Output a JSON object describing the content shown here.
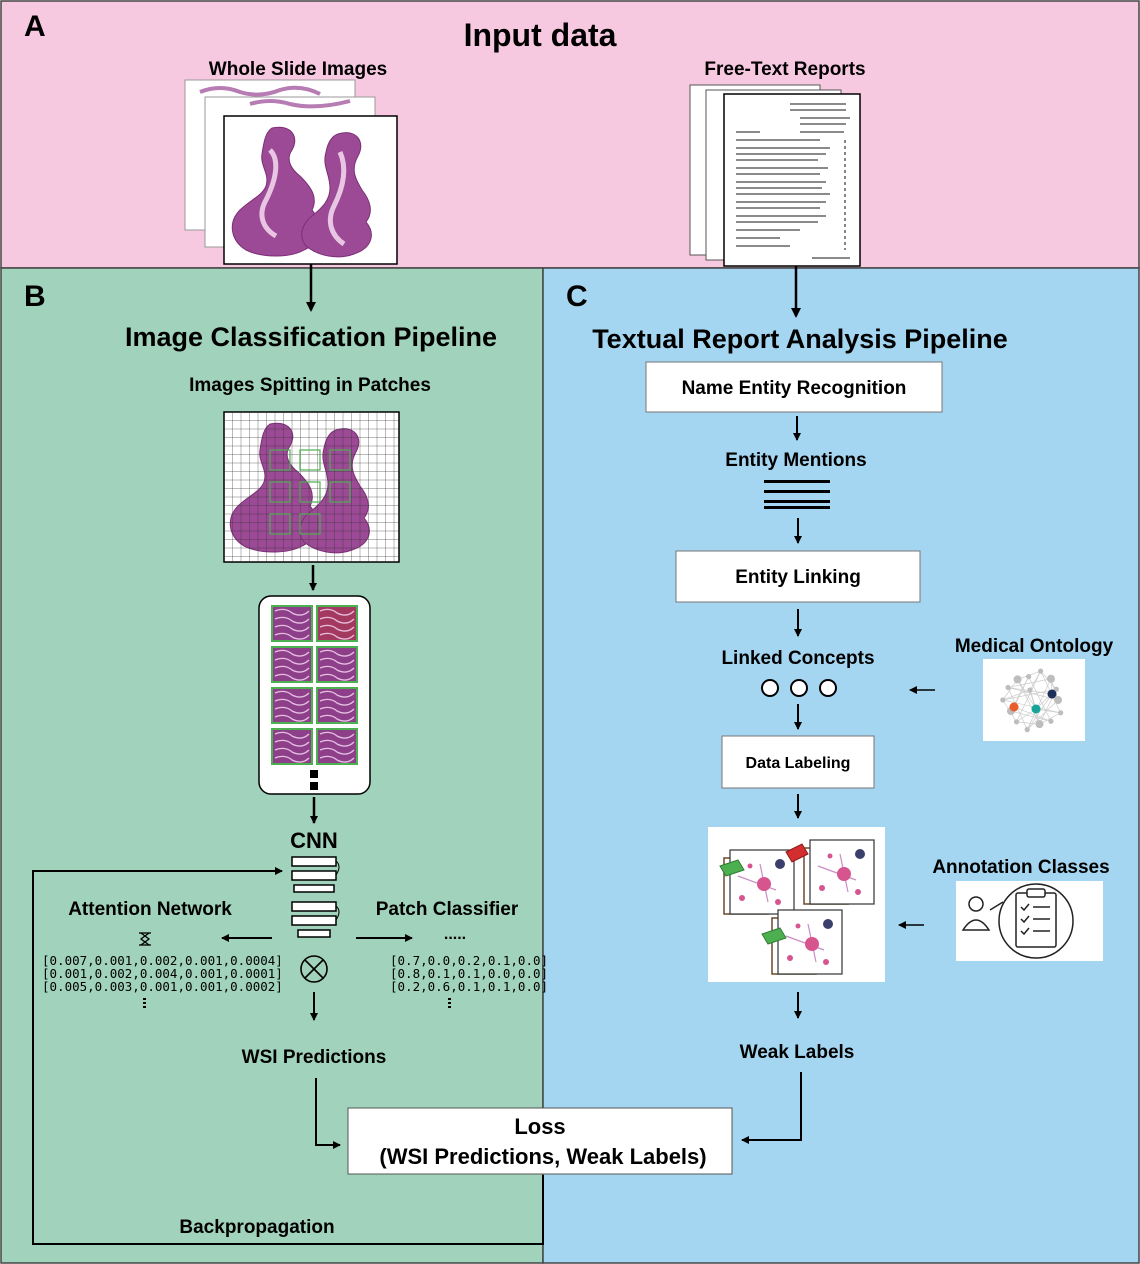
{
  "panel_a": {
    "letter": "A",
    "title": "Input data",
    "wsi_label": "Whole Slide Images",
    "reports_label": "Free-Text Reports"
  },
  "panel_b": {
    "letter": "B",
    "title": "Image Classification Pipeline",
    "patches_label": "Images Spitting in Patches",
    "cnn_label": "CNN",
    "attention_label": "Attention Network",
    "patch_classifier_label": "Patch Classifier",
    "attention_rows": [
      "[0.007,0.001,0.002,0.001,0.0004]",
      "[0.001,0.002,0.004,0.001,0.0001]",
      "[0.005,0.003,0.001,0.001,0.0002]"
    ],
    "classifier_rows": [
      "[0.7,0.0,0.2,0.1,0.0]",
      "[0.8,0.1,0.1,0.0,0.0]",
      "[0.2,0.6,0.1,0.1,0.0]"
    ],
    "classifier_dots": ".....",
    "wsi_predictions": "WSI Predictions",
    "backprop_label": "Backpropagation"
  },
  "panel_c": {
    "letter": "C",
    "title": "Textual Report Analysis Pipeline",
    "ner": "Name Entity Recognition",
    "entity_mentions": "Entity Mentions",
    "entity_linking": "Entity Linking",
    "linked_concepts": "Linked Concepts",
    "medical_ontology": "Medical Ontology",
    "data_labeling": "Data Labeling",
    "annotation_classes": "Annotation Classes",
    "weak_labels": "Weak Labels"
  },
  "loss": {
    "line1": "Loss",
    "line2": "(WSI Predictions, Weak Labels)"
  },
  "colors": {
    "panel_a": "#f7c9e0",
    "panel_b": "#a1d2bc",
    "panel_c": "#a5d6f1",
    "tissue": "#9c4a95",
    "patch_grid": "#4caf50"
  }
}
